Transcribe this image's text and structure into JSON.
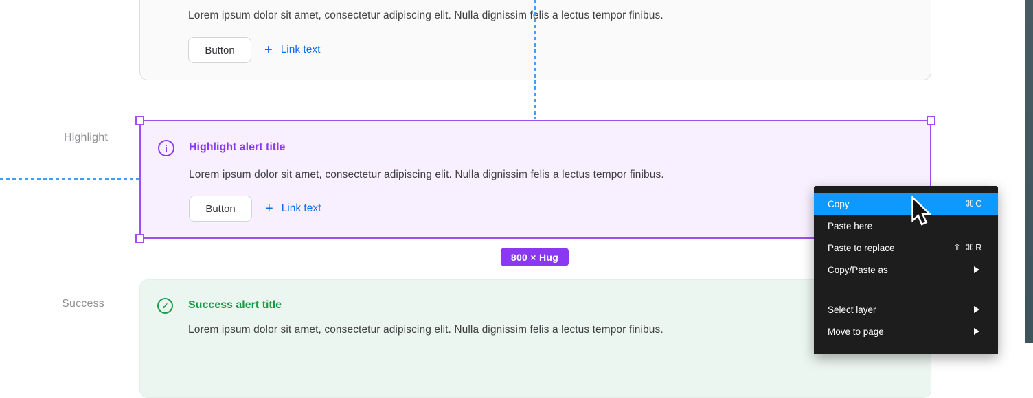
{
  "alerts": {
    "default": {
      "body": "Lorem ipsum dolor sit amet, consectetur adipiscing elit. Nulla dignissim felis a lectus tempor finibus.",
      "button_label": "Button",
      "link_plus": "+",
      "link_label": "Link text"
    },
    "highlight": {
      "section_label": "Highlight",
      "title": "Highlight alert title",
      "body": "Lorem ipsum dolor sit amet, consectetur adipiscing elit. Nulla dignissim felis a lectus tempor finibus.",
      "button_label": "Button",
      "link_plus": "+",
      "link_label": "Link text",
      "icon_glyph": "i"
    },
    "success": {
      "section_label": "Success",
      "title": "Success alert title",
      "body": "Lorem ipsum dolor sit amet, consectetur adipiscing elit. Nulla dignissim felis a lectus tempor finibus.",
      "icon_glyph": "✓"
    }
  },
  "selection": {
    "size_badge": "800 × Hug"
  },
  "context_menu": {
    "items": [
      {
        "label": "Copy",
        "shortcut": "⌘C",
        "highlighted": true,
        "submenu": false
      },
      {
        "label": "Paste here",
        "shortcut": "",
        "highlighted": false,
        "submenu": false
      },
      {
        "label": "Paste to replace",
        "shortcut": "⇧ ⌘R",
        "highlighted": false,
        "submenu": false
      },
      {
        "label": "Copy/Paste as",
        "shortcut": "",
        "highlighted": false,
        "submenu": true
      },
      {
        "label": "Select layer",
        "shortcut": "",
        "highlighted": false,
        "submenu": true
      },
      {
        "label": "Move to page",
        "shortcut": "",
        "highlighted": false,
        "submenu": true
      }
    ]
  },
  "colors": {
    "accent_purple": "#8a38f2",
    "selection_purple": "#9c4ff2",
    "highlight_bg": "#f8f0fe",
    "success_green": "#169a43",
    "success_bg": "#ecf6f0",
    "link_blue": "#0d6cf0",
    "menu_bg": "#1d1d1d",
    "menu_highlight_blue": "#0d99ff",
    "guide_blue": "#429df6",
    "side_strip": "#43565e"
  }
}
